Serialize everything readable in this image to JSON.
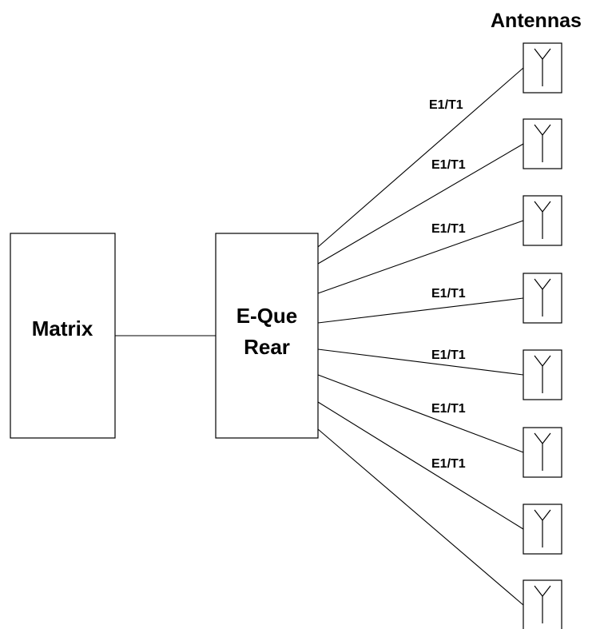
{
  "title": "Antennas",
  "matrix_label": "Matrix",
  "eque_label": [
    "E-Que",
    "Rear"
  ],
  "link_label": "E1/T1",
  "antennas": [
    {
      "label": "E1/T1"
    },
    {
      "label": "E1/T1"
    },
    {
      "label": "E1/T1"
    },
    {
      "label": "E1/T1"
    },
    {
      "label": "E1/T1"
    },
    {
      "label": "E1/T1"
    },
    {
      "label": "E1/T1"
    },
    {
      "label": null
    }
  ]
}
